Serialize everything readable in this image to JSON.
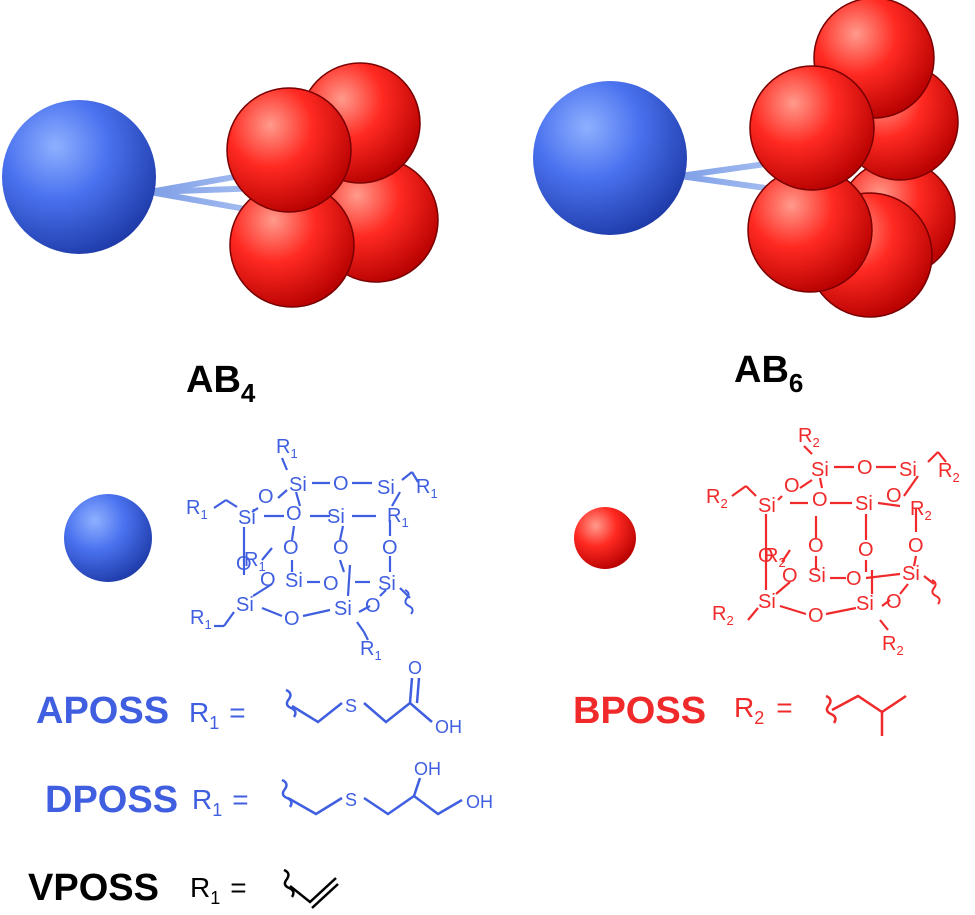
{
  "labels": {
    "ab4": {
      "main": "AB",
      "sub": "4"
    },
    "ab6": {
      "main": "AB",
      "sub": "6"
    }
  },
  "structures": {
    "si": "Si",
    "o": "O",
    "r1": {
      "main": "R",
      "sub": "1"
    },
    "r2": {
      "main": "R",
      "sub": "2"
    },
    "oh": "OH",
    "s": "S"
  },
  "legend": {
    "aposs": {
      "name": "APOSS",
      "r": "R",
      "sub": "1",
      "eq": "="
    },
    "dposs": {
      "name": "DPOSS",
      "r": "R",
      "sub": "1",
      "eq": "="
    },
    "vposs": {
      "name": "VPOSS",
      "r": "R",
      "sub": "1",
      "eq": "="
    },
    "bposs": {
      "name": "BPOSS",
      "r": "R",
      "sub": "2",
      "eq": "="
    }
  },
  "colors": {
    "blue": "#3f5fe0",
    "red": "#f02a2a",
    "black": "#000000",
    "blue_sphere_light": "#7da2ff",
    "blue_sphere_dark": "#1c3596",
    "red_sphere_light": "#ff8a7a",
    "red_sphere_dark": "#b30000"
  }
}
